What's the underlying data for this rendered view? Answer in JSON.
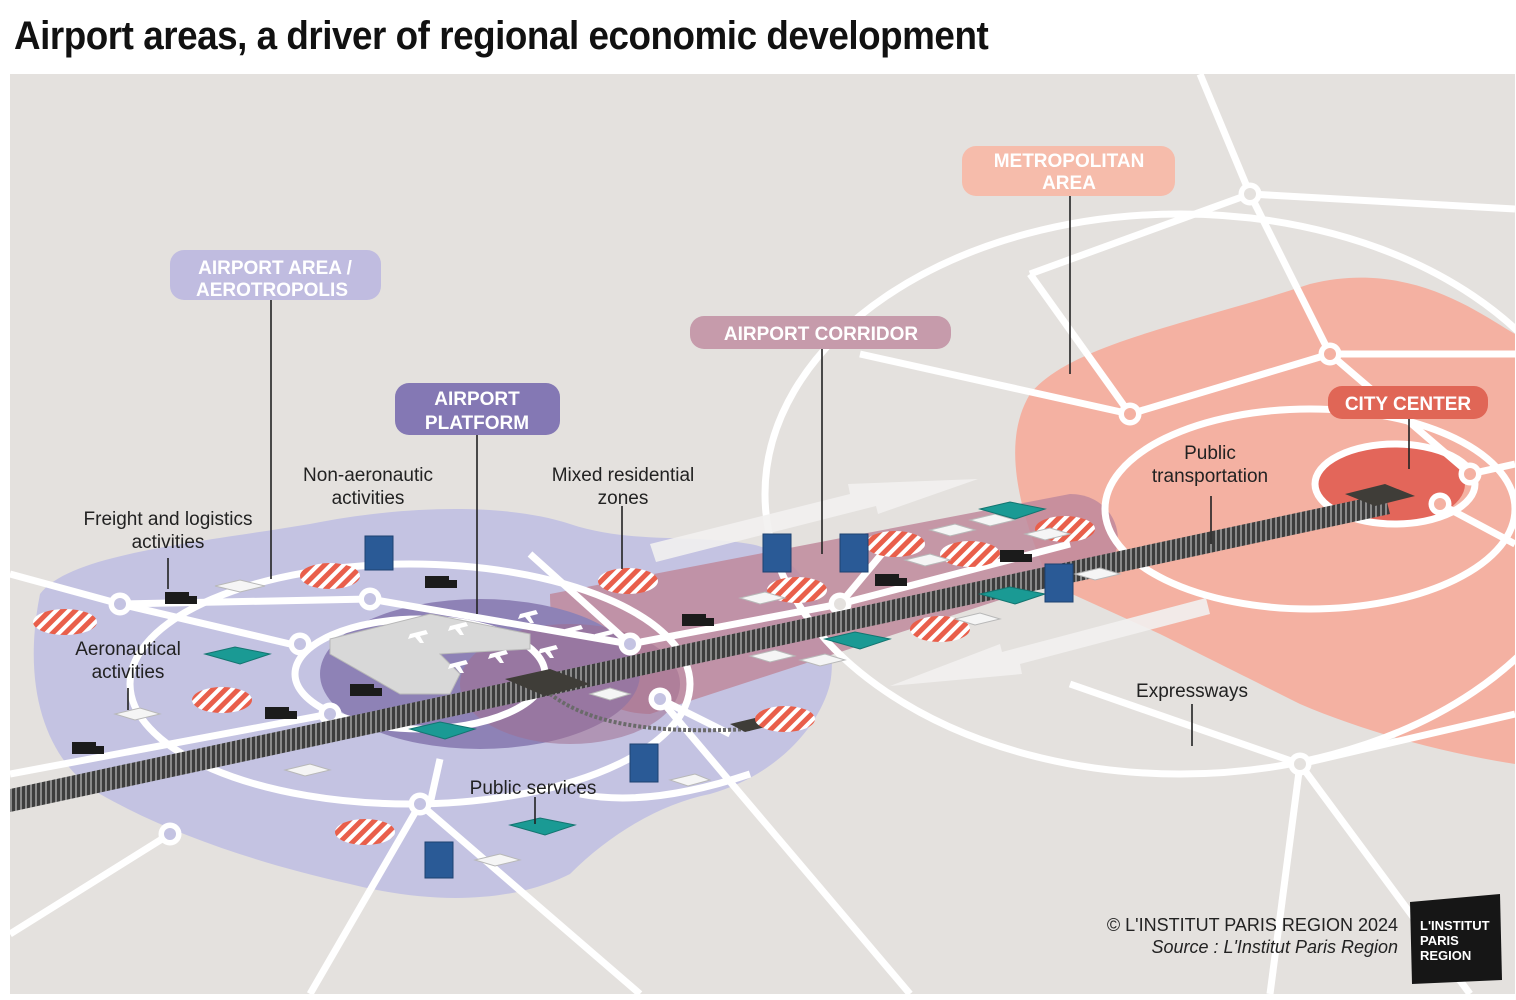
{
  "title": "Airport areas, a driver of regional economic development",
  "zones": {
    "metropolitan_area": [
      "METROPOLITAN",
      "AREA"
    ],
    "airport_area": [
      "AIRPORT AREA /",
      "AEROTROPOLIS"
    ],
    "airport_platform": [
      "AIRPORT",
      "PLATFORM"
    ],
    "airport_corridor": "AIRPORT CORRIDOR",
    "city_center": "CITY CENTER"
  },
  "labels": {
    "freight": [
      "Freight and logistics",
      "activities"
    ],
    "non_aero": [
      "Non-aeronautic",
      "activities"
    ],
    "mixed": [
      "Mixed residential",
      "zones"
    ],
    "aero": [
      "Aeronautical",
      "activities"
    ],
    "public_transport": [
      "Public",
      "transportation"
    ],
    "expressways": "Expressways",
    "public_services": "Public services"
  },
  "credits": {
    "copyright": "© L'INSTITUT PARIS REGION 2024",
    "source": "Source : L'Institut Paris Region"
  },
  "logo": [
    "L'INSTITUT",
    "PARIS",
    "REGION"
  ],
  "colors": {
    "background": "#e4e1de",
    "aerotropolis": "#c4c3e2",
    "platform": "#8e82b6",
    "corridor": "#c08a9c",
    "metro": "#f4b1a2",
    "city_center": "#e3665a",
    "pill_purple": "#c0bce0",
    "pill_platform": "#8478b4",
    "pill_corridor": "#c69bab",
    "pill_metro": "#f6bcab",
    "pill_city": "#e06656",
    "teal": "#1a9a94",
    "blue": "#2a5a96"
  }
}
